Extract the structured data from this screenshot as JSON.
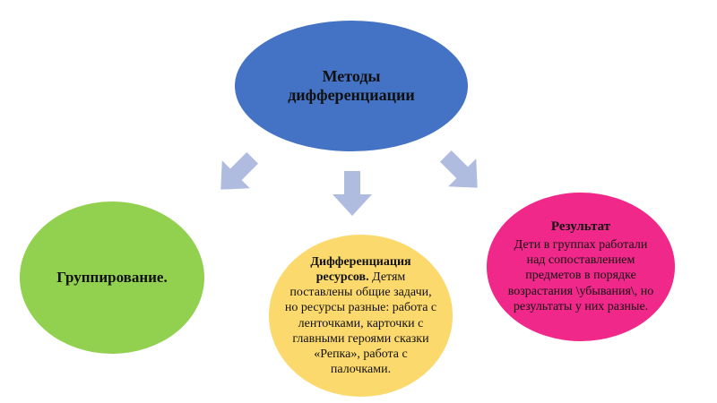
{
  "diagram": {
    "background_color": "#ffffff",
    "text_color": "#111111",
    "arrow_color": "#afbce0",
    "root": {
      "label": "Методы дифференциации",
      "fill": "#4472c4"
    },
    "nodes": [
      {
        "id": "grouping",
        "fill": "#92d050",
        "title": "Группирование.",
        "body": ""
      },
      {
        "id": "resource-differentiation",
        "fill": "#fbd96d",
        "title": "Дифференциация ресурсов.",
        "body": "Детям поставлены общие задачи, но ресурсы разные: работа с ленточками, карточки с главными героями сказки «Репка», работа с палочками."
      },
      {
        "id": "result",
        "fill": "#f0288a",
        "title": "Результат",
        "body": "Дети  в группах работали над сопоставлением предметов в порядке возрастания \\убывания\\,  но результаты у них разные."
      }
    ],
    "arrows": [
      {
        "id": "arrow-to-grouping",
        "direction": "down-left"
      },
      {
        "id": "arrow-to-resources",
        "direction": "down"
      },
      {
        "id": "arrow-to-result",
        "direction": "down-right"
      }
    ]
  }
}
